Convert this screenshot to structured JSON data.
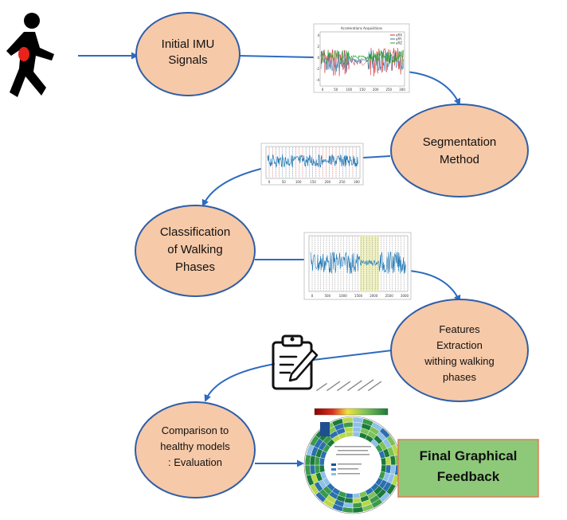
{
  "nodes": {
    "initial_imu": [
      "Initial IMU",
      "Signals"
    ],
    "segmentation": [
      "Segmentation",
      "Method"
    ],
    "classification": [
      "Classification",
      "of Walking",
      "Phases"
    ],
    "features": [
      "Features",
      "Extraction",
      "withing walking",
      "phases"
    ],
    "comparison": [
      "Comparison to",
      "healthy models",
      ": Evaluation"
    ]
  },
  "feedback_box": {
    "lines": [
      "Final Graphical",
      "Feedback"
    ]
  },
  "acc_plot": {
    "title": "Accelerations Acquisitions",
    "legend": [
      "aRX",
      "aRY",
      "aRZ"
    ],
    "x_ticks": [
      "0",
      "50",
      "100",
      "150",
      "200",
      "250",
      "300"
    ],
    "y_ticks": [
      "4",
      "2",
      "0",
      "-2",
      "-4"
    ]
  },
  "seg_plot": {
    "x_ticks": [
      "0",
      "50",
      "100",
      "150",
      "200",
      "250",
      "300"
    ]
  },
  "class_plot": {
    "x_ticks": [
      "0",
      "500",
      "1000",
      "1500",
      "2000",
      "2500",
      "3000"
    ]
  },
  "colors": {
    "ellipse_fill": "#f6c9a8",
    "ellipse_stroke": "#2e5ea8",
    "arrow": "#2e6bc0",
    "feedback_fill": "#8ec97a",
    "feedback_stroke": "#e07b59",
    "signal_blue": "#1f77b4",
    "signal_red": "#d62728",
    "signal_green": "#2ca02c"
  },
  "icons": {
    "walker": "walking-person-icon",
    "clipboard": "clipboard-pen-icon"
  }
}
